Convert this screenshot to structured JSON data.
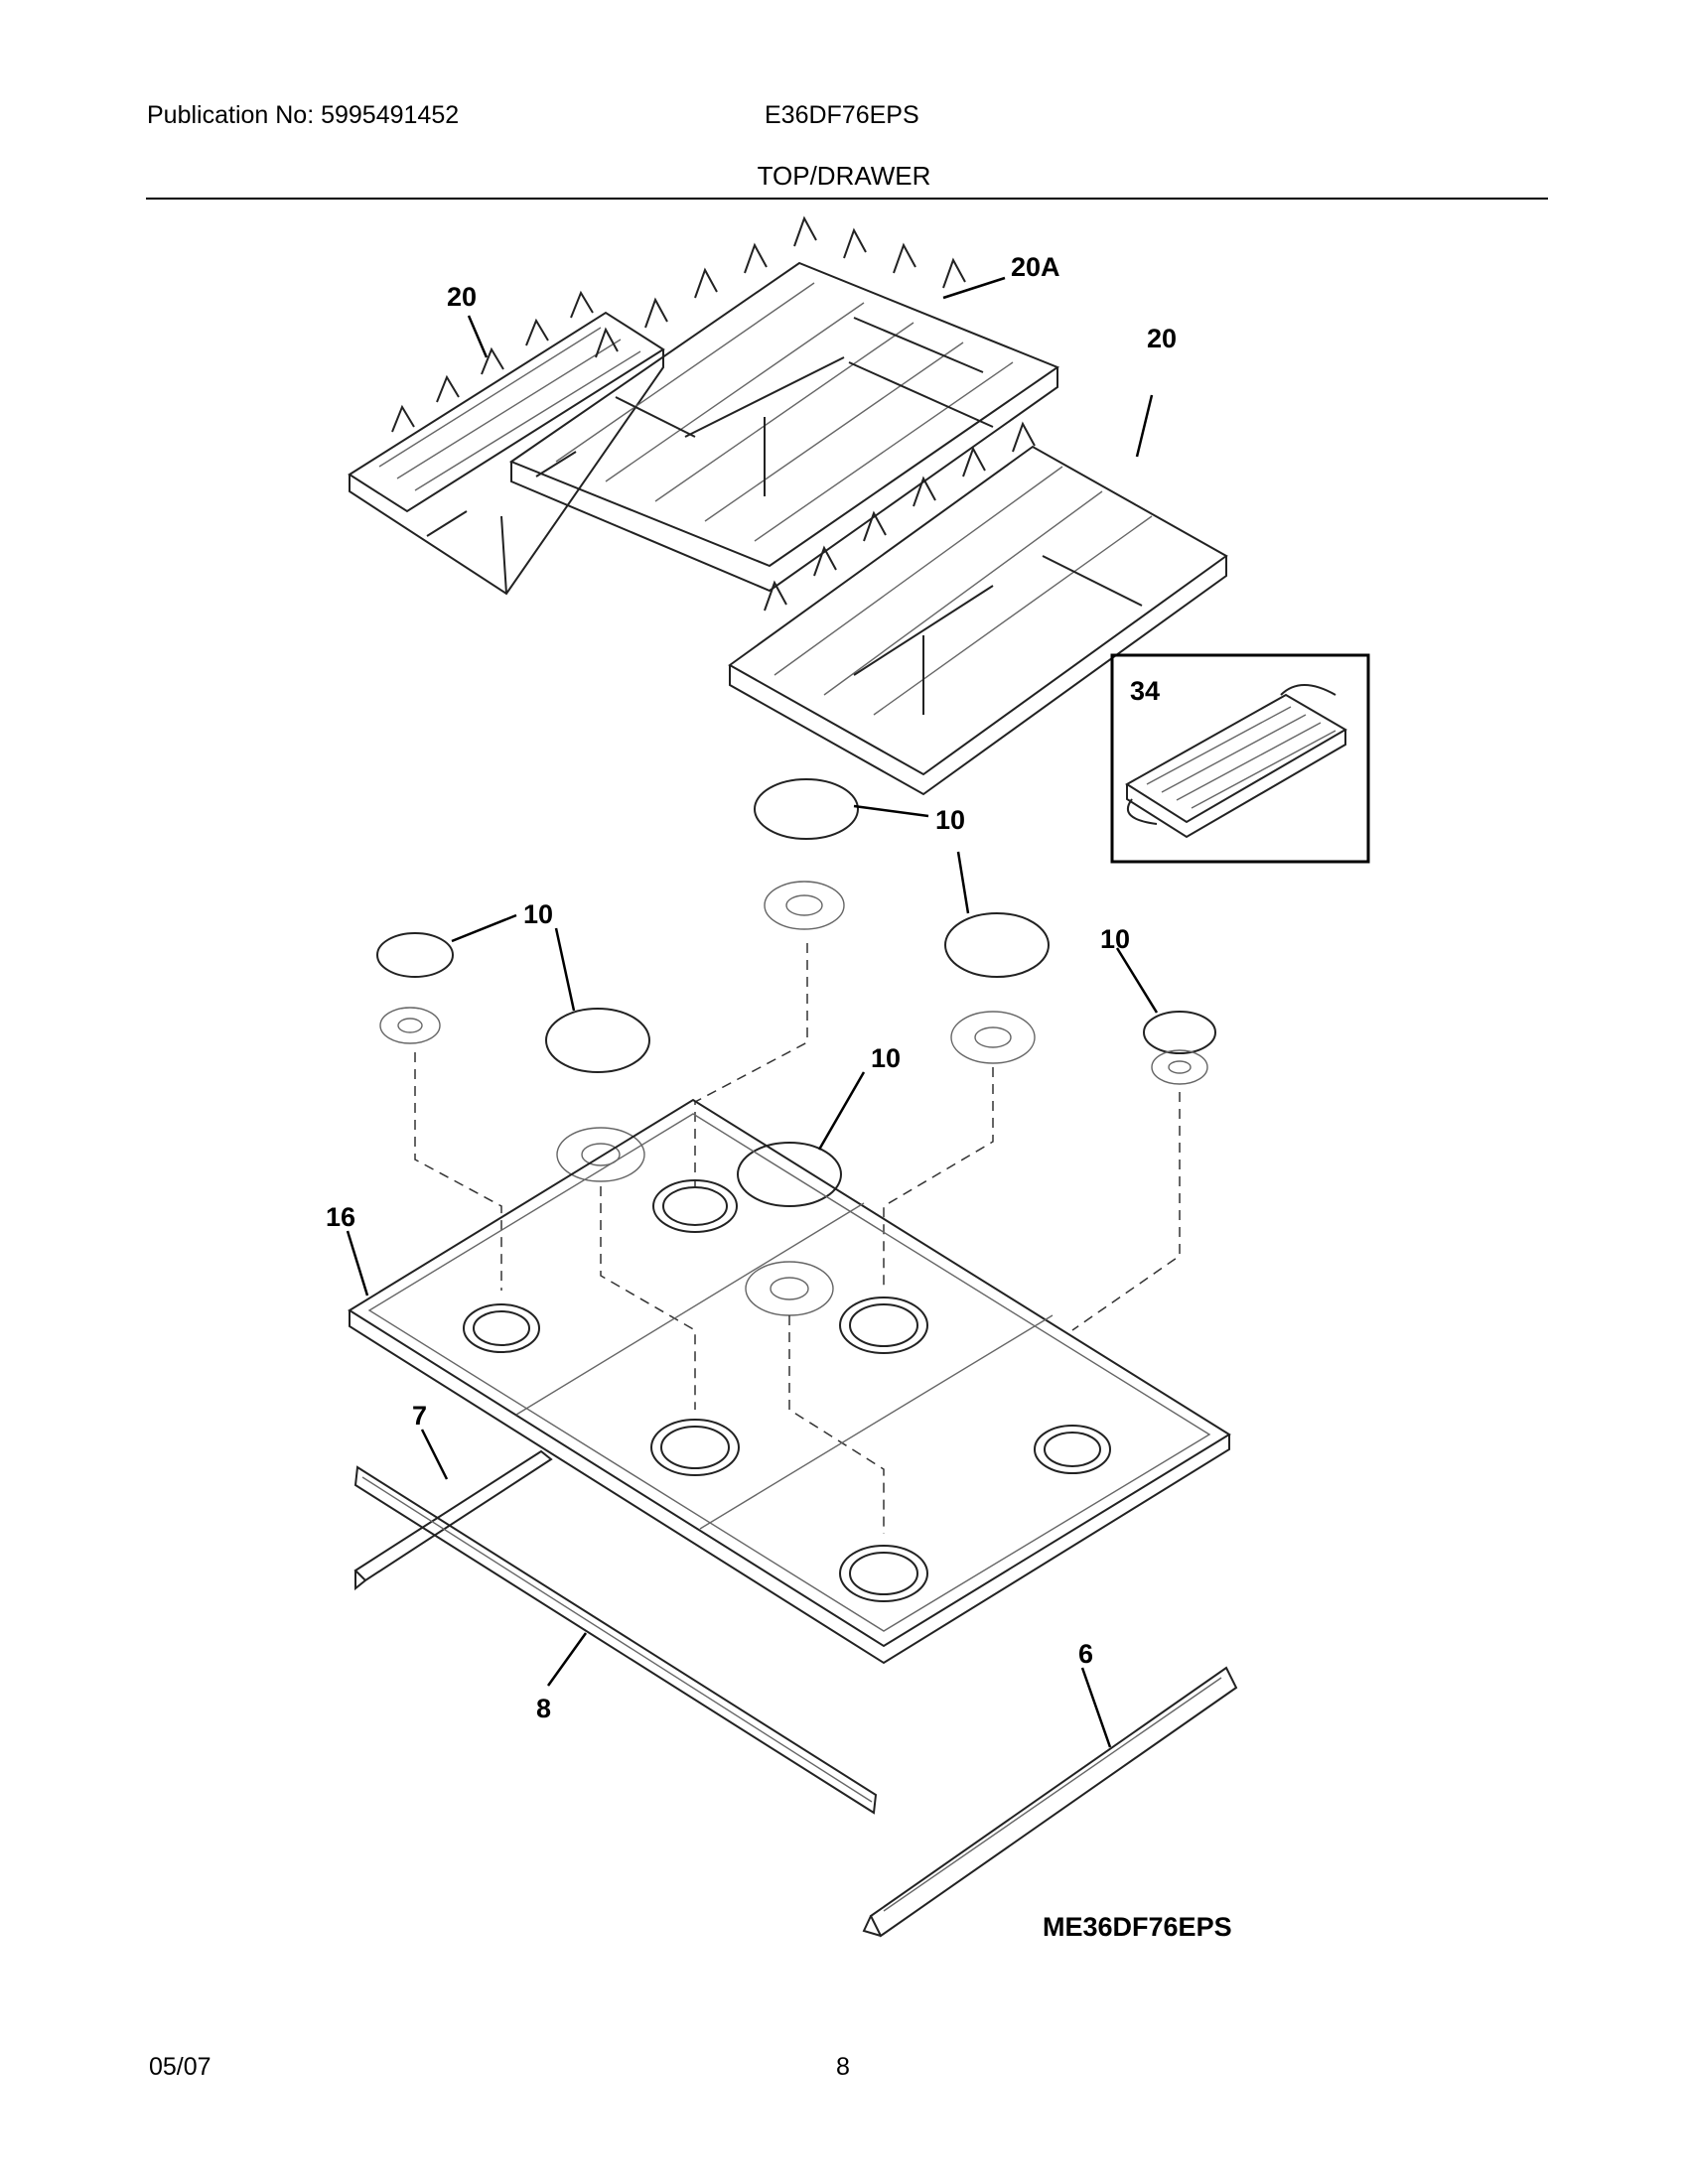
{
  "header": {
    "publication": "Publication No: 5995491452",
    "model": "E36DF76EPS",
    "section_title": "TOP/DRAWER"
  },
  "diagram": {
    "callouts": {
      "grate_left": "20",
      "grate_center": "20A",
      "grate_right": "20",
      "griddle": "34",
      "cap_a": "10",
      "cap_b": "10",
      "cap_c": "10",
      "cap_d": "10",
      "cooktop": "16",
      "rail_rear": "7",
      "trim_front": "8",
      "rail_right": "6"
    },
    "drawing_id": "ME36DF76EPS"
  },
  "footer": {
    "date": "05/07",
    "page": "8"
  }
}
